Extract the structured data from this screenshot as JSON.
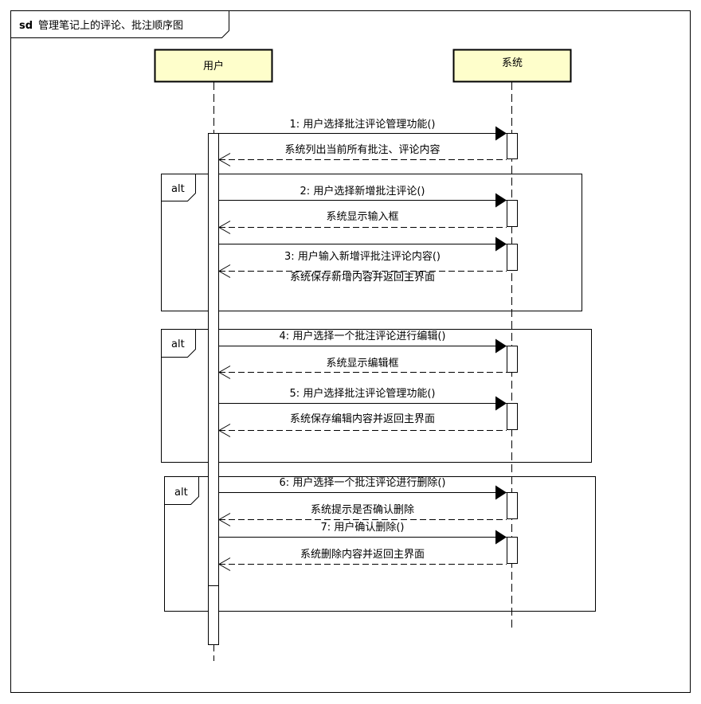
{
  "frame": {
    "keyword": "sd",
    "title": "管理笔记上的评论、批注顺序图"
  },
  "participants": [
    {
      "name": "用户"
    },
    {
      "name": "系统"
    }
  ],
  "fragments": [
    {
      "operator": "alt"
    },
    {
      "operator": "alt"
    },
    {
      "operator": "alt"
    }
  ],
  "messages": [
    {
      "label": "1: 用户选择批注评论管理功能()",
      "kind": "call"
    },
    {
      "label": "系统列出当前所有批注、评论内容",
      "kind": "return"
    },
    {
      "label": "2: 用户选择新增批注评论()",
      "kind": "call"
    },
    {
      "label": "系统显示输入框",
      "kind": "return"
    },
    {
      "label": "3: 用户输入新增评批注评论内容()",
      "kind": "call"
    },
    {
      "label": "系统保存新增内容并返回主界面",
      "kind": "return"
    },
    {
      "label": "4: 用户选择一个批注评论进行编辑()",
      "kind": "call"
    },
    {
      "label": "系统显示编辑框",
      "kind": "return"
    },
    {
      "label": "5: 用户选择批注评论管理功能()",
      "kind": "call"
    },
    {
      "label": "系统保存编辑内容并返回主界面",
      "kind": "return"
    },
    {
      "label": "6: 用户选择一个批注评论进行删除()",
      "kind": "call"
    },
    {
      "label": "系统提示是否确认删除",
      "kind": "return"
    },
    {
      "label": "7: 用户确认删除()",
      "kind": "call"
    },
    {
      "label": "系统删除内容并返回主界面",
      "kind": "return"
    }
  ],
  "colors": {
    "participant_fill": "#fefecb",
    "stroke": "#000000",
    "background": "#ffffff"
  }
}
